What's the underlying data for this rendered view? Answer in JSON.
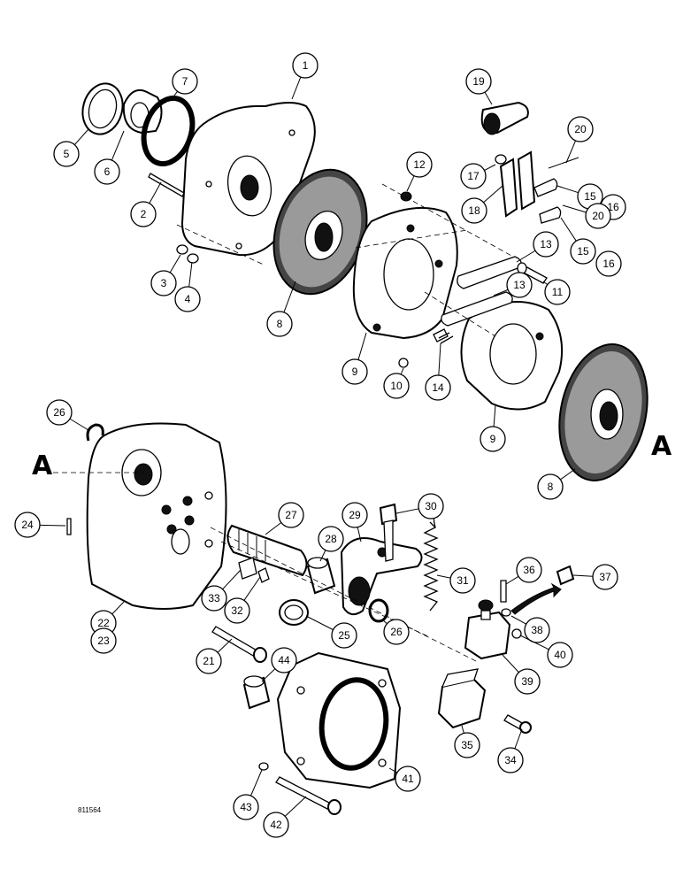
{
  "diagram": {
    "reference_code": "811564",
    "section_marker": "A",
    "callouts": [
      {
        "id": "c1",
        "label": "1"
      },
      {
        "id": "c2",
        "label": "2"
      },
      {
        "id": "c3",
        "label": "3"
      },
      {
        "id": "c4",
        "label": "4"
      },
      {
        "id": "c5",
        "label": "5"
      },
      {
        "id": "c6",
        "label": "6"
      },
      {
        "id": "c7",
        "label": "7"
      },
      {
        "id": "c8a",
        "label": "8"
      },
      {
        "id": "c8b",
        "label": "8"
      },
      {
        "id": "c9a",
        "label": "9"
      },
      {
        "id": "c9b",
        "label": "9"
      },
      {
        "id": "c10",
        "label": "10"
      },
      {
        "id": "c11",
        "label": "11"
      },
      {
        "id": "c12",
        "label": "12"
      },
      {
        "id": "c13a",
        "label": "13"
      },
      {
        "id": "c13b",
        "label": "13"
      },
      {
        "id": "c14",
        "label": "14"
      },
      {
        "id": "c15a",
        "label": "15"
      },
      {
        "id": "c16a",
        "label": "16"
      },
      {
        "id": "c15b",
        "label": "15"
      },
      {
        "id": "c16b",
        "label": "16"
      },
      {
        "id": "c17",
        "label": "17"
      },
      {
        "id": "c18",
        "label": "18"
      },
      {
        "id": "c19",
        "label": "19"
      },
      {
        "id": "c20a",
        "label": "20"
      },
      {
        "id": "c20b",
        "label": "20"
      },
      {
        "id": "c21",
        "label": "21"
      },
      {
        "id": "c22",
        "label": "22"
      },
      {
        "id": "c23",
        "label": "23"
      },
      {
        "id": "c24",
        "label": "24"
      },
      {
        "id": "c25",
        "label": "25"
      },
      {
        "id": "c26a",
        "label": "26"
      },
      {
        "id": "c26b",
        "label": "26"
      },
      {
        "id": "c27",
        "label": "27"
      },
      {
        "id": "c28",
        "label": "28"
      },
      {
        "id": "c29",
        "label": "29"
      },
      {
        "id": "c30",
        "label": "30"
      },
      {
        "id": "c31",
        "label": "31"
      },
      {
        "id": "c32",
        "label": "32"
      },
      {
        "id": "c33",
        "label": "33"
      },
      {
        "id": "c34",
        "label": "34"
      },
      {
        "id": "c35",
        "label": "35"
      },
      {
        "id": "c36",
        "label": "36"
      },
      {
        "id": "c37",
        "label": "37"
      },
      {
        "id": "c38",
        "label": "38"
      },
      {
        "id": "c39",
        "label": "39"
      },
      {
        "id": "c40",
        "label": "40"
      },
      {
        "id": "c41",
        "label": "41"
      },
      {
        "id": "c42",
        "label": "42"
      },
      {
        "id": "c43",
        "label": "43"
      },
      {
        "id": "c44",
        "label": "44"
      }
    ]
  }
}
